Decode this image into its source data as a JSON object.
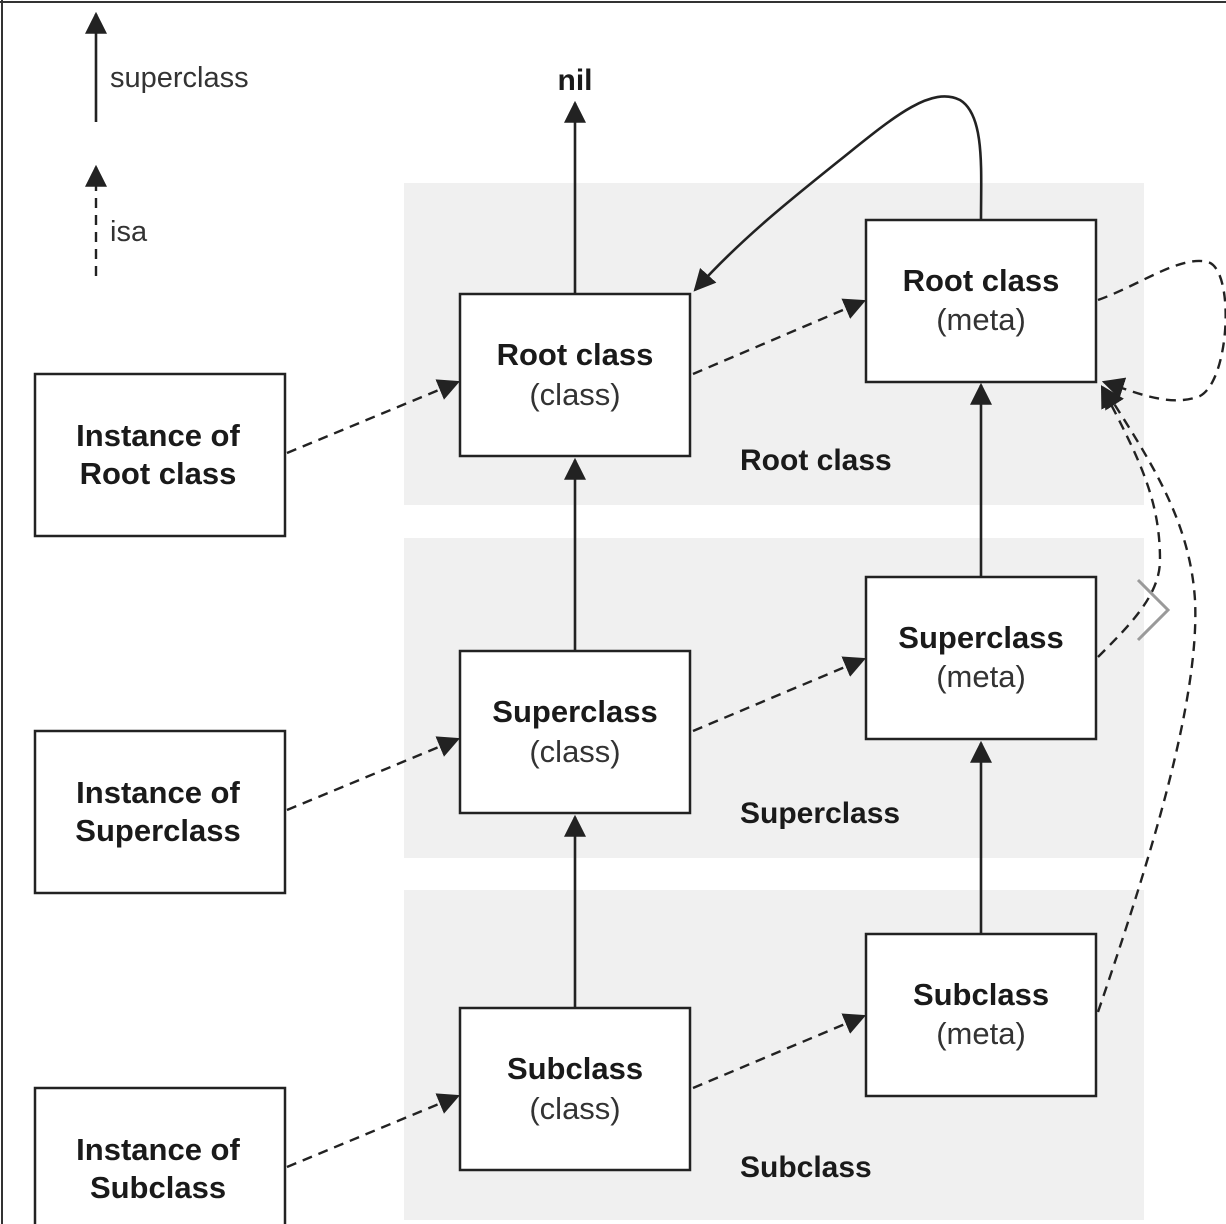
{
  "legend": {
    "superclass_label": "superclass",
    "isa_label": "isa"
  },
  "nil_label": "nil",
  "bands": {
    "root": "Root class",
    "superclass": "Superclass",
    "subclass": "Subclass"
  },
  "instances": {
    "root": {
      "line1": "Instance of",
      "line2": "Root class"
    },
    "superclass": {
      "line1": "Instance of",
      "line2": "Superclass"
    },
    "subclass": {
      "line1": "Instance of",
      "line2": "Subclass"
    }
  },
  "classes": {
    "root": {
      "title": "Root class",
      "sub": "(class)"
    },
    "superclass": {
      "title": "Superclass",
      "sub": "(class)"
    },
    "subclass": {
      "title": "Subclass",
      "sub": "(class)"
    }
  },
  "metas": {
    "root": {
      "title": "Root class",
      "sub": "(meta)"
    },
    "superclass": {
      "title": "Superclass",
      "sub": "(meta)"
    },
    "subclass": {
      "title": "Subclass",
      "sub": "(meta)"
    }
  }
}
